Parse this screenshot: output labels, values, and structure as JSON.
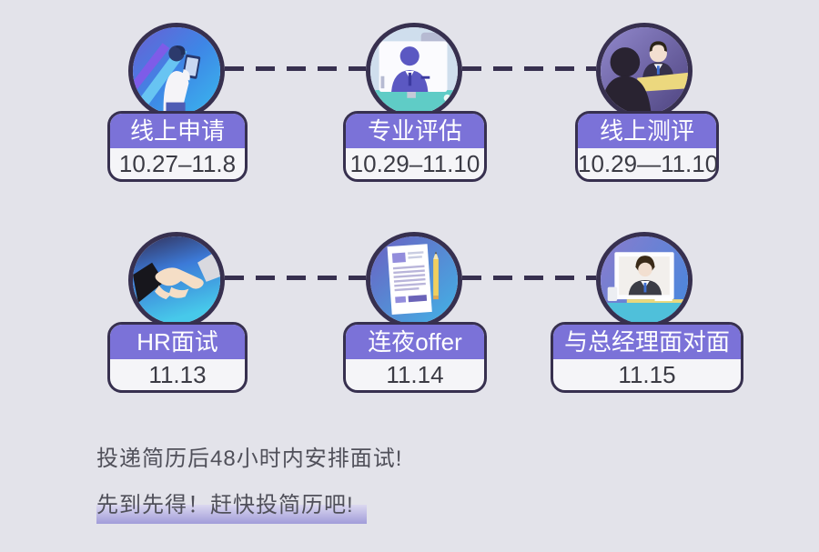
{
  "page": {
    "background_color": "#e3e3ea",
    "accent_purple": "#7b72d8",
    "outline_color": "#37304f",
    "highlight_color": "#a19cd9"
  },
  "steps": [
    {
      "label": "线上申请",
      "date": "10.27–11.8",
      "icon": "online-application-icon"
    },
    {
      "label": "专业评估",
      "date": "10.29–11.10",
      "icon": "video-evaluation-icon"
    },
    {
      "label": "线上测评",
      "date": "10.29—11.10",
      "icon": "interview-assessment-icon"
    },
    {
      "label": "HR面试",
      "date": "11.13",
      "icon": "handshake-icon"
    },
    {
      "label": "连夜offer",
      "date": "11.14",
      "icon": "offer-document-icon"
    },
    {
      "label": "与总经理面对面",
      "date": "11.15",
      "icon": "gm-meeting-icon"
    }
  ],
  "footer": {
    "line1": "投递简历后48小时内安排面试!",
    "line2": "先到先得！赶快投简历吧!"
  }
}
